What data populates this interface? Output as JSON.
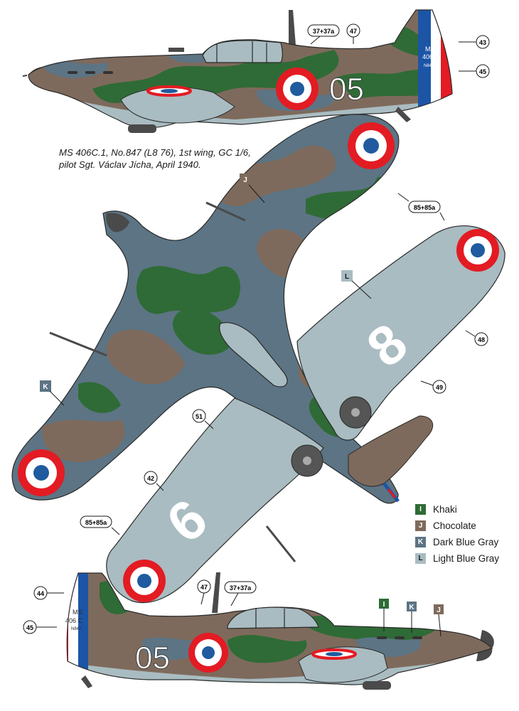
{
  "caption": {
    "line1": "MS 406C.1, No.847 (L8 76), 1st wing, GC 1/6,",
    "line2": "pilot Sgt. Václav Jícha, April 1940."
  },
  "legend": [
    {
      "code": "I",
      "label": "Khaki",
      "color": "#2f6b36"
    },
    {
      "code": "J",
      "label": "Chocolate",
      "color": "#7e6a5c"
    },
    {
      "code": "K",
      "label": "Dark Blue Gray",
      "color": "#5c7484"
    },
    {
      "code": "L",
      "label": "Light Blue Gray",
      "color": "#a9bcc1"
    }
  ],
  "callouts": {
    "c37a": "37+37a",
    "c47": "47",
    "c43": "43",
    "c45": "45",
    "c85": "85+85a",
    "c48": "48",
    "c49": "49",
    "c51": "51",
    "c42": "42",
    "c44": "44"
  },
  "markings": {
    "side_code": "05",
    "wing_number_right": "8",
    "wing_number_left": "6",
    "tail_ms": "MS",
    "tail_type": "406 C",
    "tail_serial": "N847"
  },
  "colors": {
    "khaki": "#2f6b36",
    "chocolate": "#7e6a5c",
    "dark_blue_gray": "#5c7484",
    "light_blue_gray": "#a9bcc1",
    "roundel_red": "#e31b23",
    "roundel_blue": "#1f5b9e",
    "roundel_white": "#ffffff",
    "tail_blue": "#1c55a6",
    "tail_red": "#e31b23"
  }
}
